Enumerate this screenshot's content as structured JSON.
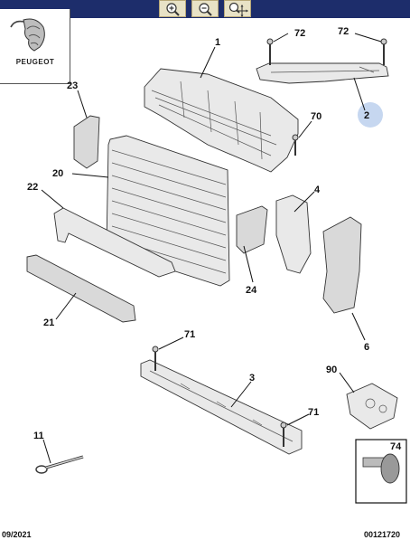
{
  "brand": {
    "name": "PEUGEOT"
  },
  "toolbar": {
    "zoom_in": "zoom-in-icon",
    "zoom_out": "zoom-out-icon",
    "zoom_pan": "zoom-pan-icon"
  },
  "callouts": [
    "1",
    "2",
    "3",
    "4",
    "6",
    "11",
    "20",
    "21",
    "22",
    "23",
    "24",
    "70",
    "71",
    "71",
    "72",
    "72",
    "74",
    "90"
  ],
  "footer": {
    "date": "09/2021",
    "reference": "00121720"
  },
  "colors": {
    "header": "#1d2d6b",
    "highlight": "#c6d7f0"
  }
}
